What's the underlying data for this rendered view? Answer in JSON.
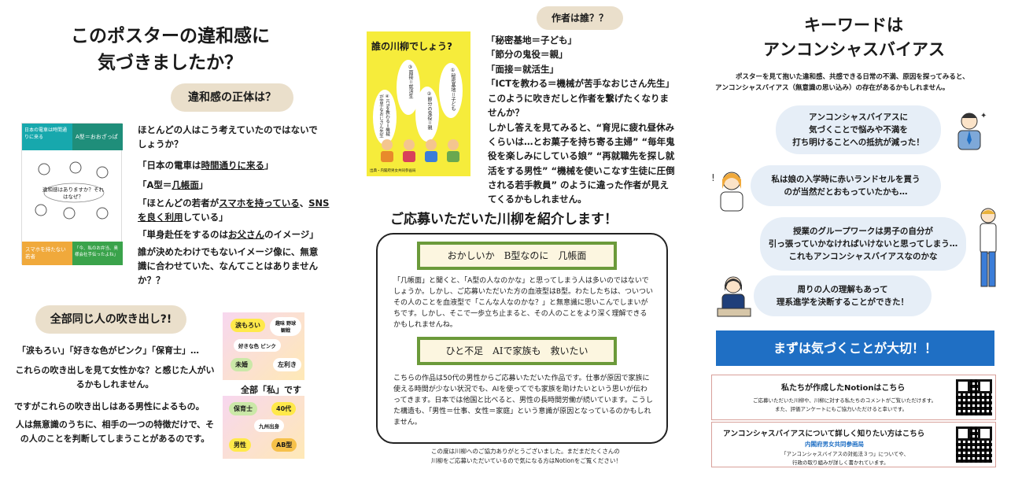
{
  "left": {
    "title_line1": "このポスターの違和感に",
    "title_line2": "気づきましたか？",
    "pill1": "違和感の正体は？",
    "thumb": {
      "top_left": "日本の電車は時間通りに来る",
      "top_right": "A型＝おおざっぱ",
      "center": "違和感はありますか？それはなぜ？",
      "bottom_left": "スマホを持たない若者",
      "bottom_right": "「今、私のお弁当、奥様会社手伝ったよね」"
    },
    "p1": "ほとんどの人はこう考えていたのではないでしょうか？",
    "q1a": "「日本の電車は",
    "q1b": "時間通りに来る",
    "q1c": "」",
    "q2a": "「A型＝",
    "q2b": "几帳面",
    "q2c": "」",
    "q3a": "「ほとんどの若者が",
    "q3b": "スマホを持っている",
    "q3c": "、",
    "q3d": "SNSを良く利用",
    "q3e": "している」",
    "q4a": "「単身赴任をするのは",
    "q4b": "お父さん",
    "q4c": "のイメージ」",
    "p2": "誰が決めたわけでもないイメージ像に、無意識に合わせていた、なんてことはありませんか？？",
    "pill2": "全部同じ人の吹き出し?!",
    "b1": "「涙もろい」「好きな色がピンク」「保育士」…",
    "b2": "これらの吹き出しを見て女性かな？と感じた人がいるかもしれません。",
    "b3": "ですがこれらの吹き出しはある男性によるもの。",
    "b4": "人は無意識のうちに、相手の一つの特徴だけで、その人のことを判断してしまうことがあるのです。",
    "bubbles": {
      "a": "涙もろい",
      "b": "趣味 野球観戦",
      "c": "好きな色 ピンク",
      "d": "未婚",
      "e": "左利き",
      "caption": "全部「私」です",
      "f": "保育士",
      "g": "40代",
      "h": "九州出身",
      "i": "男性",
      "j": "AB型"
    }
  },
  "middle": {
    "pill": "作者は誰？？",
    "poster": {
      "title": "誰の川柳でしょう?",
      "v1": "①秘密基地＝子ども",
      "v2": "②節分の鬼役＝親",
      "v3": "③面接＝就活生",
      "v4": "④ICTを教わる＝機械が苦手なおじさん先生",
      "footer": "出典・内閣府男女共同参画局"
    },
    "lines": [
      "「秘密基地＝子ども」",
      "「節分の鬼役＝親」",
      "「面接＝就活生」",
      "「ICTを教わる＝機械が苦手なおじさん先生」"
    ],
    "p1": "このように吹きだしと作者を繋げたくなりませんか？",
    "p2": "しかし答えを見てみると、“育児に疲れ昼休みくらいは…とお菓子を持ち寄る主婦” “毎年鬼役を楽しみにしている娘” “再就職先を探し就活をする男性” “機械を使いこなす生徒に圧倒される若手教員” のように違った作者が見えてくるかもしれません。",
    "heading": "ご応募いただいた川柳を紹介します！",
    "s1": "おかしいか　B型なのに　几帳面",
    "s1_text": "「几帳面」と聞くと、「A型の人なのかな」と思ってしまう人は多いのではないでしょうか。しかし、ご応募いただいた方の血液型はB型。わたしたちは、ついついその人のことを血液型で「こんな人なのかな？」と無意識に思いこんでしまいがちです。しかし、そこで一歩立ち止まると、その人のことをより深く理解できるかもしれませんね。",
    "s2": "ひと不足　AIで家族も　救いたい",
    "s2_text": "こちらの作品は50代の男性からご応募いただいた作品です。仕事が原因で家族に使える時間が少ない状況でも、AIを使ってでも家族を助けたいという思いが伝わってきます。日本では他国と比べると、男性の長時間労働が続いています。こうした構造も、「男性＝仕事、女性＝家庭」という意識が原因となっているのかもしれません。",
    "thanks1": "この度は川柳へのご協力ありがとうございました。まだまだたくさんの",
    "thanks2": "川柳をご応募いただいているので気になる方はNotionをご覧ください！"
  },
  "right": {
    "title1": "キーワードは",
    "title2": "アンコンシャスバイアス",
    "intro1": "ポスターを見て抱いた違和感、共感できる日常の不満、原因を探ってみると、",
    "intro2": "アンコンシャスバイアス（無意識の思い込み）の存在があるかもしれません。",
    "bub1": [
      "アンコンシャスバイアスに",
      "気づくことで悩みや不満を",
      "打ち明けることへの抵抗が減った！"
    ],
    "bub2": [
      "私は娘の入学時に赤いランドセルを買う",
      "のが当然だとおもっていたかも…"
    ],
    "bub3": [
      "授業のグループワークは男子の自分が",
      "引っ張っていかなければいけないと思ってしまう…",
      "これもアンコンシャスバイアスなのかな"
    ],
    "bub4": [
      "周りの人の理解もあって",
      "理系進学を決断することができた！"
    ],
    "banner": "まずは気づくことが大切！！",
    "box1_title": "私たちが作成したNotionはこちら",
    "box1_text1": "ご応募いただいた川柳や、川柳に対する私たちのコメントがご覧いただけます。",
    "box1_text2": "また、評価アンケートにもご協力いただけると幸いです。",
    "box2_title": "アンコンシャスバイアスについて詳しく知りたい方はこちら",
    "box2_sub": "内閣府男女共同参画局",
    "box2_text1": "「アンコンシャスバイアスの対処法３つ」についてや、",
    "box2_text2": "行政の取り組みが詳しく書かれています。"
  },
  "colors": {
    "pill": "#eadfcb",
    "banner": "#1f6fc4",
    "poster_yellow": "#f6ec3b",
    "senryu_green": "#6b9a3a",
    "bubble_blue": "#e6eef7"
  }
}
